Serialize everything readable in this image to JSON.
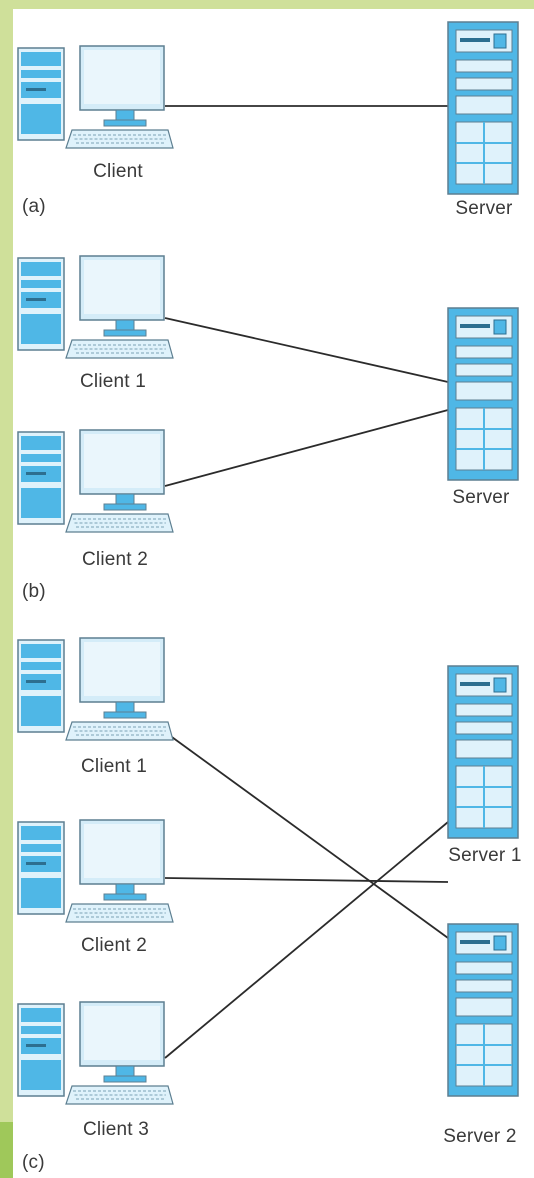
{
  "colors": {
    "frame": "#cfe09a",
    "link": "#2b2b2b",
    "device_fill": "#4fb7e6",
    "device_light": "#dff2fb",
    "device_stroke": "#5d7f91",
    "text": "#3a3a3a"
  },
  "panels": {
    "a": {
      "label": "(a)",
      "client": "Client",
      "server": "Server"
    },
    "b": {
      "label": "(b)",
      "client1": "Client 1",
      "client2": "Client 2",
      "server": "Server"
    },
    "c": {
      "label": "(c)",
      "client1": "Client 1",
      "client2": "Client 2",
      "client3": "Client 3",
      "server1": "Server 1",
      "server2": "Server 2"
    }
  },
  "icons": {
    "client": "desktop-computer-icon",
    "server": "server-tower-icon"
  }
}
